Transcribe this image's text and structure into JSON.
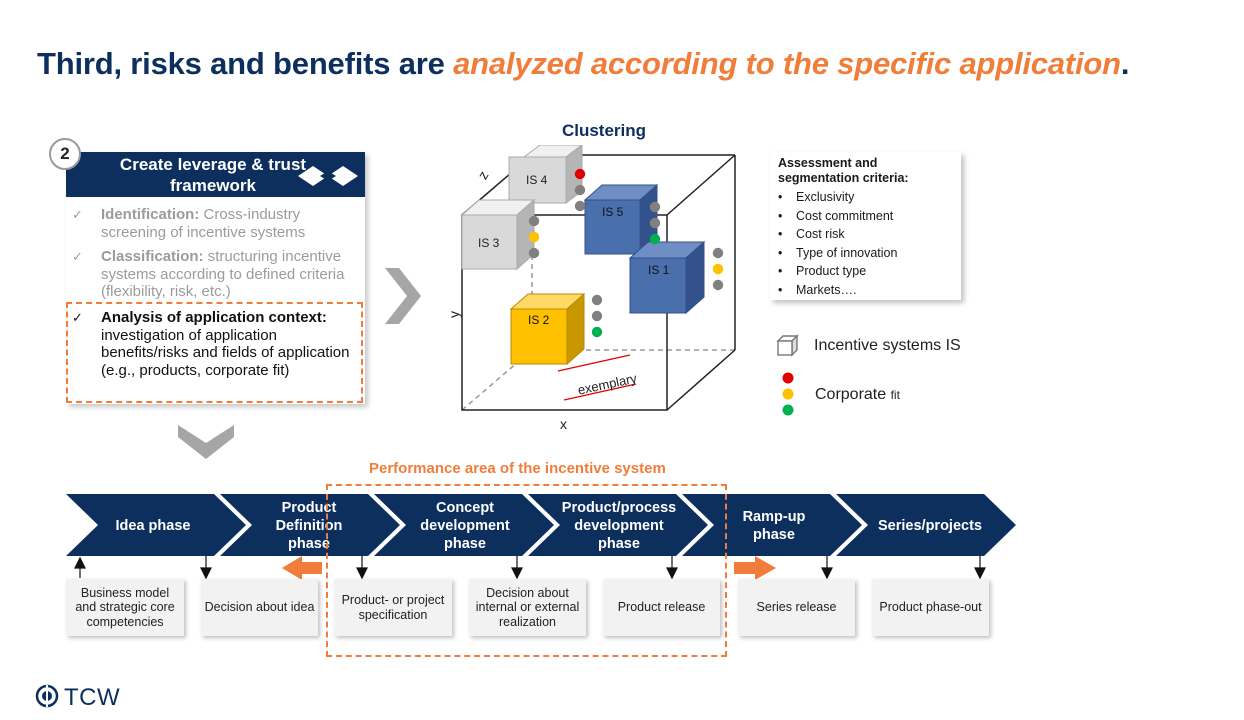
{
  "title": {
    "main": "Third, risks and benefits are ",
    "highlight": "analyzed according to the specific application",
    "end": "."
  },
  "step": {
    "number": "2",
    "header": "Create leverage & trust framework",
    "criteria": [
      {
        "check": "✓",
        "bold": "Identification:",
        "text": " Cross-industry screening of incentive systems",
        "state": "done"
      },
      {
        "check": "✓",
        "bold": "Classification:",
        "text": " structuring incentive systems according to defined criteria (flexibility, risk, etc.)",
        "state": "done"
      },
      {
        "check": "✓",
        "bold": "Analysis of application context:",
        "text": " investigation of application benefits/risks and fields of application (e.g., products, corporate fit)",
        "state": "active"
      }
    ]
  },
  "clustering": {
    "title": "Clustering",
    "axes": {
      "z": "z",
      "y": "y",
      "x": "x"
    },
    "note": "exemplary",
    "systems": [
      {
        "label": "IS 4",
        "color": "#d9d9d9",
        "dots": [
          "#e00000",
          "#808080",
          "#808080"
        ]
      },
      {
        "label": "IS 5",
        "color": "#4a6fad",
        "dots": [
          "#808080",
          "#808080",
          "#00b050"
        ]
      },
      {
        "label": "IS 3",
        "color": "#d9d9d9",
        "dots": [
          "#808080",
          "#ffc000",
          "#808080"
        ]
      },
      {
        "label": "IS 1",
        "color": "#4a6fad",
        "dots": [
          "#808080",
          "#ffc000",
          "#808080"
        ]
      },
      {
        "label": "IS 2",
        "color": "#ffc000",
        "dots": [
          "#808080",
          "#808080",
          "#00b050"
        ]
      }
    ]
  },
  "assessment": {
    "header": "Assessment and segmentation criteria:",
    "items": [
      "Exclusivity",
      "Cost commitment",
      "Cost risk",
      "Type of innovation",
      "Product type",
      "Markets…."
    ]
  },
  "legend": {
    "incentive": "Incentive systems IS",
    "fit_main": "Corporate ",
    "fit_small": "fit",
    "fit_colors": [
      "#e00000",
      "#ffc000",
      "#00b050"
    ]
  },
  "process": {
    "performance_area": "Performance area of the incentive system",
    "phases": [
      "Idea phase",
      "Product Definition phase",
      "Concept development phase",
      "Product/process development phase",
      "Ramp-up phase",
      "Series/projects"
    ],
    "milestones": [
      "Business model and strategic core competencies",
      "Decision about idea",
      "Product- or project specification",
      "Decision about internal or external realization",
      "Product release",
      "Series release",
      "Product phase-out"
    ]
  },
  "logo": {
    "text": "TCW"
  },
  "colors": {
    "navy": "#0d2f5e",
    "orange": "#f07d3a",
    "gray_text": "#9b9b9b"
  }
}
